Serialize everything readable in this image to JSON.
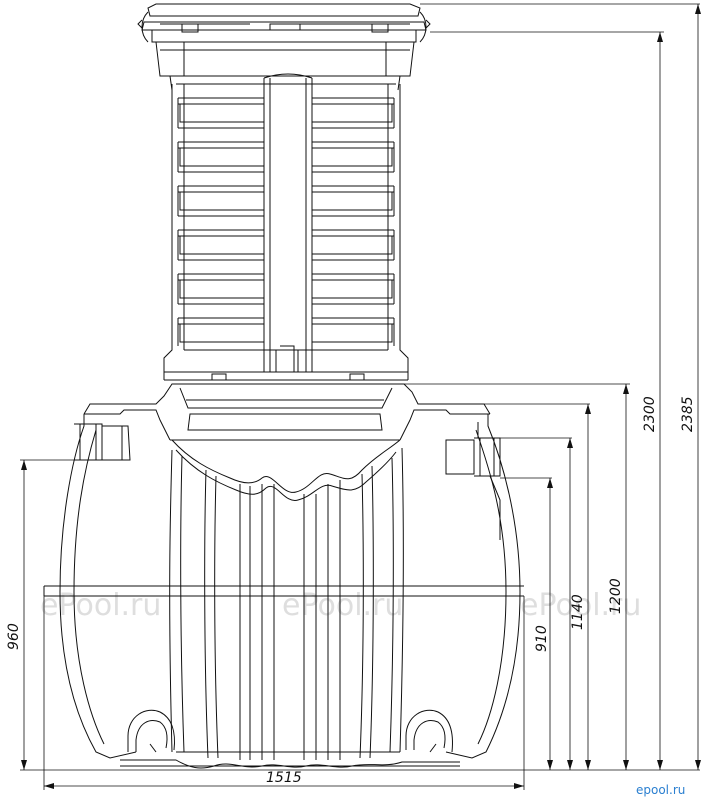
{
  "dimensions": {
    "overall_height": "2385",
    "height_to_neck": "2300",
    "body_height": "1200",
    "inlet_height": "1140",
    "outlet_height": "910",
    "side_height": "960",
    "width": "1515"
  },
  "watermarks": [
    "ePool.ru",
    "ePool.ru",
    "ePool.ru"
  ],
  "logo": "epool.ru"
}
